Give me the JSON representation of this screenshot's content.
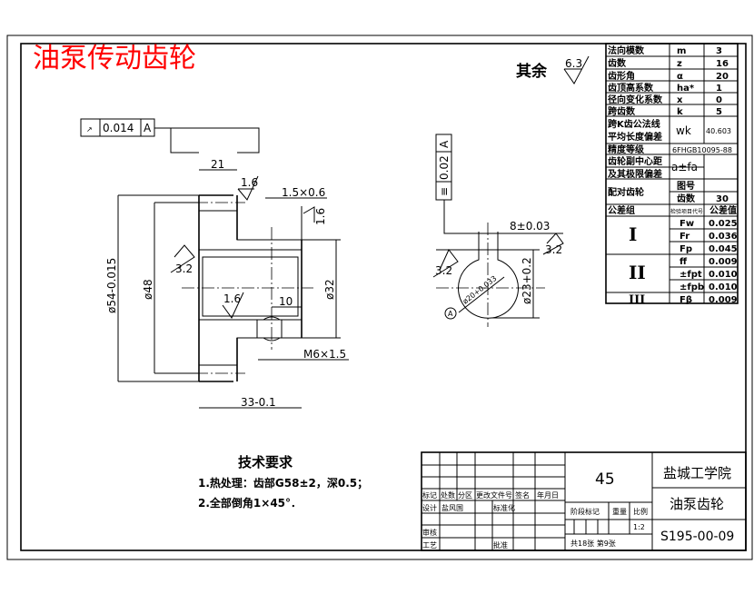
{
  "title": "油泵传动齿轮",
  "colors": {
    "title": "#ff0000",
    "lines": "#000000"
  },
  "roughness_note": {
    "label": "其余",
    "value": "6.3"
  },
  "params_table": {
    "rows": [
      {
        "name": "法向模数",
        "symbol": "m",
        "value": "3"
      },
      {
        "name": "齿数",
        "symbol": "z",
        "value": "16"
      },
      {
        "name": "齿形角",
        "symbol": "α",
        "value": "20"
      },
      {
        "name": "齿顶高系数",
        "symbol": "ha*",
        "value": "1"
      },
      {
        "name": "径向变化系数",
        "symbol": "x",
        "value": "0"
      },
      {
        "name": "跨齿数",
        "symbol": "k",
        "value": "5"
      }
    ],
    "wk": {
      "name1": "跨K齿公法线",
      "name2": "平均长度偏差",
      "symbol": "wk",
      "value": "40.603"
    },
    "precision": {
      "name": "精度等级",
      "value": "6FHGB10095-88"
    },
    "center": {
      "name1": "齿轮副中心距",
      "name2": "及其极限偏差",
      "symbol": "a±fa"
    },
    "mating": {
      "name": "配对齿轮",
      "drawing_no": "图号",
      "teeth": "齿数",
      "teeth_value": "30"
    },
    "tol_header": {
      "group": "公差组",
      "item": "检验项目代号",
      "value": "公差值"
    },
    "groups": [
      {
        "label": "I",
        "items": [
          {
            "code": "Fw",
            "value": "0.025"
          },
          {
            "code": "Fr",
            "value": "0.036"
          },
          {
            "code": "Fp",
            "value": "0.045"
          }
        ]
      },
      {
        "label": "II",
        "items": [
          {
            "code": "ff",
            "value": "0.009"
          },
          {
            "code": "±fpt",
            "value": "0.010"
          },
          {
            "code": "±fpb",
            "value": "0.010"
          }
        ]
      },
      {
        "label": "III",
        "items": [
          {
            "code": "Fβ",
            "value": "0.009"
          }
        ]
      }
    ]
  },
  "left_view": {
    "runout_tol": {
      "symbol": "↗",
      "value": "0.014",
      "datum": "A"
    },
    "dims": {
      "width21": "21",
      "groove": "1.5×0.6",
      "d54": "ø54-0.015",
      "d48": "ø48",
      "d32": "ø32",
      "len10": "10",
      "thread": "M6×1.5",
      "len33": "33-0.1"
    },
    "roughness": {
      "r1": "1.6",
      "r2": "1.6",
      "r3": "3.2",
      "r4": "1.6"
    }
  },
  "right_view": {
    "sym_tol": {
      "symbol": "≡",
      "value": "0.02",
      "datum": "A"
    },
    "dims": {
      "key": "8±0.03",
      "d23": "ø23+0.2",
      "d20": "ø20+0.033"
    },
    "roughness": {
      "r1": "3.2",
      "r2": "3.2"
    },
    "datum": "A"
  },
  "tech_req": {
    "heading": "技术要求",
    "items": [
      "1.热处理：齿部G58±2，深0.5；",
      "2.全部倒角1×45°．"
    ]
  },
  "title_block": {
    "hdr": [
      "标记",
      "处数",
      "分区",
      "更改文件号",
      "签名",
      "年月日"
    ],
    "design": "设计",
    "designer": "盐风国",
    "standard": "标准化",
    "review": "审核",
    "process": "工艺",
    "approve": "批准",
    "material": "45",
    "stage": "阶段标记",
    "weight": "重量",
    "scale_label": "比例",
    "scale": "1:2",
    "sheets": "共18张 第9张",
    "school": "盐城工学院",
    "part_name": "油泵齿轮",
    "drawing_no": "S195-00-09"
  }
}
